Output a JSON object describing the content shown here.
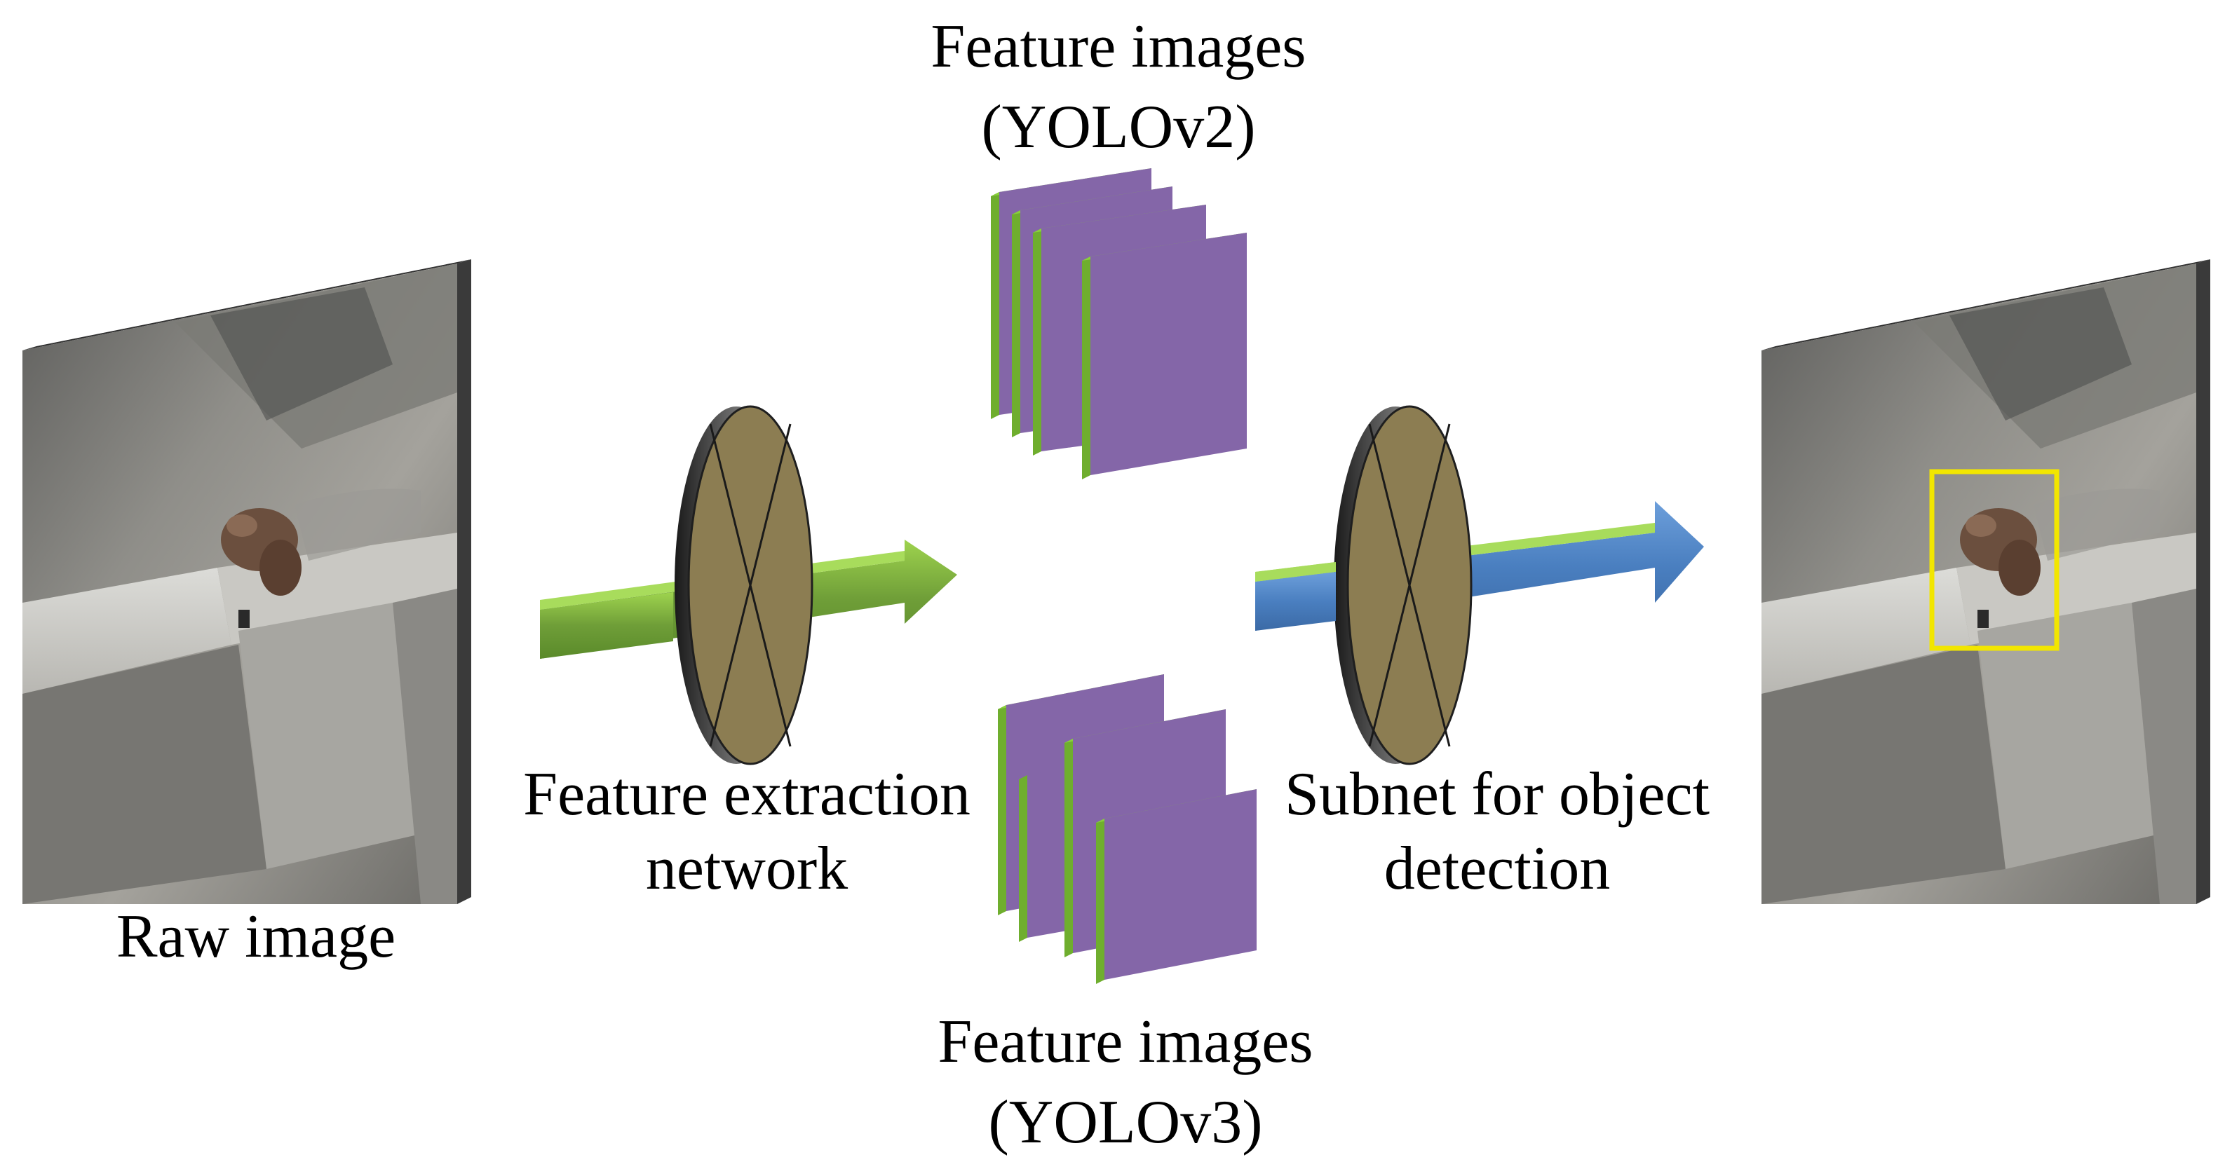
{
  "labels": {
    "raw_image": "Raw image",
    "feature_extraction_line1": "Feature extraction",
    "feature_extraction_line2": "network",
    "feature_images_v2_line1": "Feature images",
    "feature_images_v2_line2": "(YOLOv2)",
    "feature_images_v3_line1": "Feature images",
    "feature_images_v3_line2": "(YOLOv3)",
    "subnet_line1": "Subnet for object",
    "subnet_line2": "detection"
  },
  "colors": {
    "feature_map_face": "#8466A8",
    "feature_map_edge": "#6FAE2E",
    "green_arrow": "#6F9E38",
    "blue_arrow": "#4A7FC0",
    "lens_fill": "#8C7D52",
    "lens_rim": "#2B2B2B",
    "detection_box": "#F2E600"
  },
  "icons": {
    "raw_image_panel": "concrete-crack-photo",
    "detected_image_panel": "concrete-crack-photo-with-detection-box",
    "network_symbol": "lens-disk-icon"
  }
}
